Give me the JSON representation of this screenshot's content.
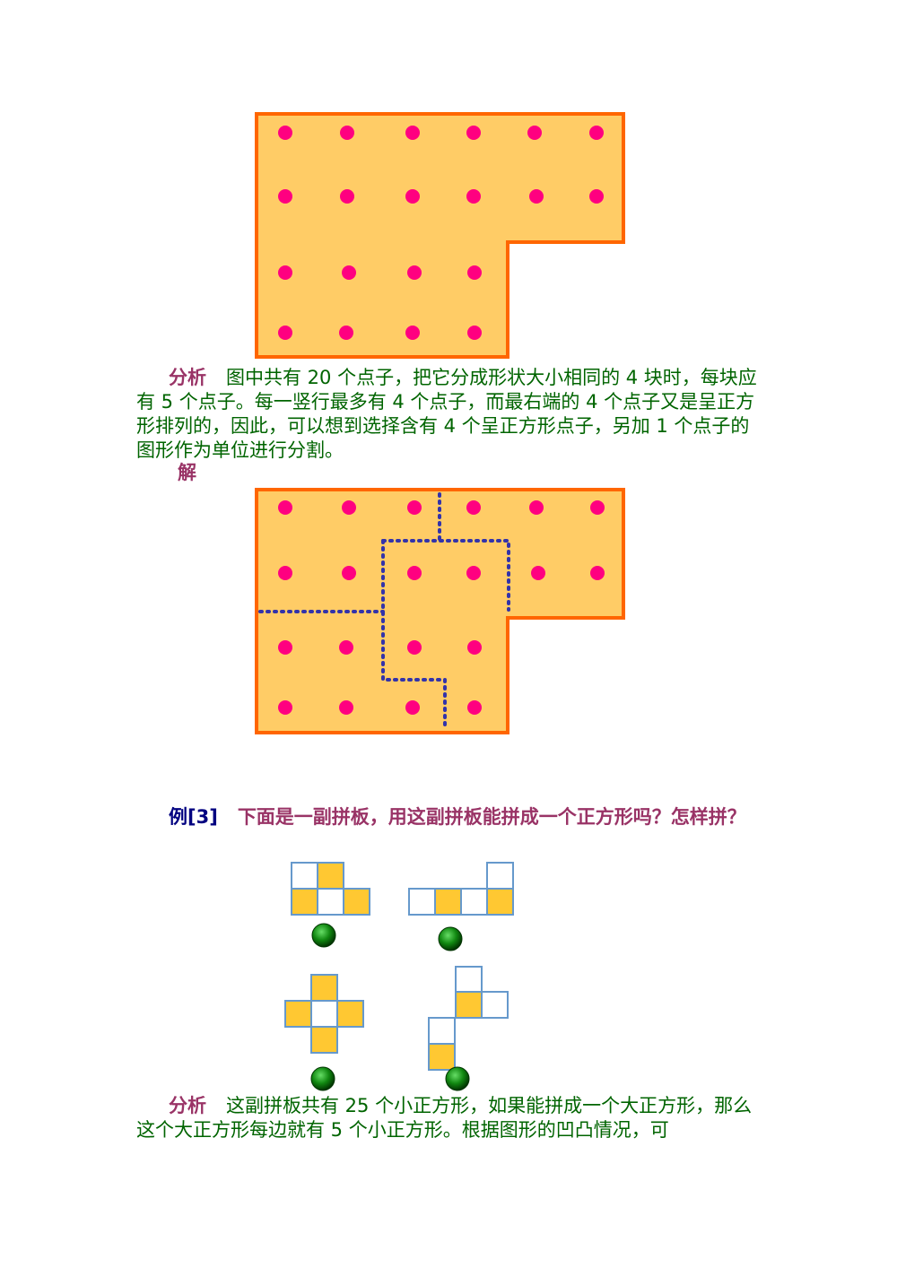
{
  "analysis1": {
    "label": "分析",
    "text": "图中共有 20 个点子，把它分成形状大小相同的 4 块时，每块应有 5 个点子。每一竖行最多有 4 个点子，而最右端的 4 个点子又是呈正方形排列的，因此，可以想到选择含有 4 个呈正方形点子，另加 1 个点子的图形作为单位进行分割。"
  },
  "solution_label": "解",
  "example": {
    "number": "例[3]",
    "question": "下面是一副拼板，用这副拼板能拼成一个正方形吗？怎样拼？"
  },
  "analysis2": {
    "label": "分析",
    "text": "这副拼板共有 25 个小正方形，如果能拼成一个大正方形，那么这个大正方形每边就有 5 个小正方形。根据图形的凹凸情况，可"
  },
  "colors": {
    "board_fill": "#FFCC66",
    "board_border": "#FF6600",
    "dot": "#FF0080",
    "cut_line": "#3333AA",
    "tile_filled": "#FFC832",
    "tile_border": "#6699CC",
    "ball": "#008000",
    "label": "#993366",
    "body_text": "#006400"
  }
}
